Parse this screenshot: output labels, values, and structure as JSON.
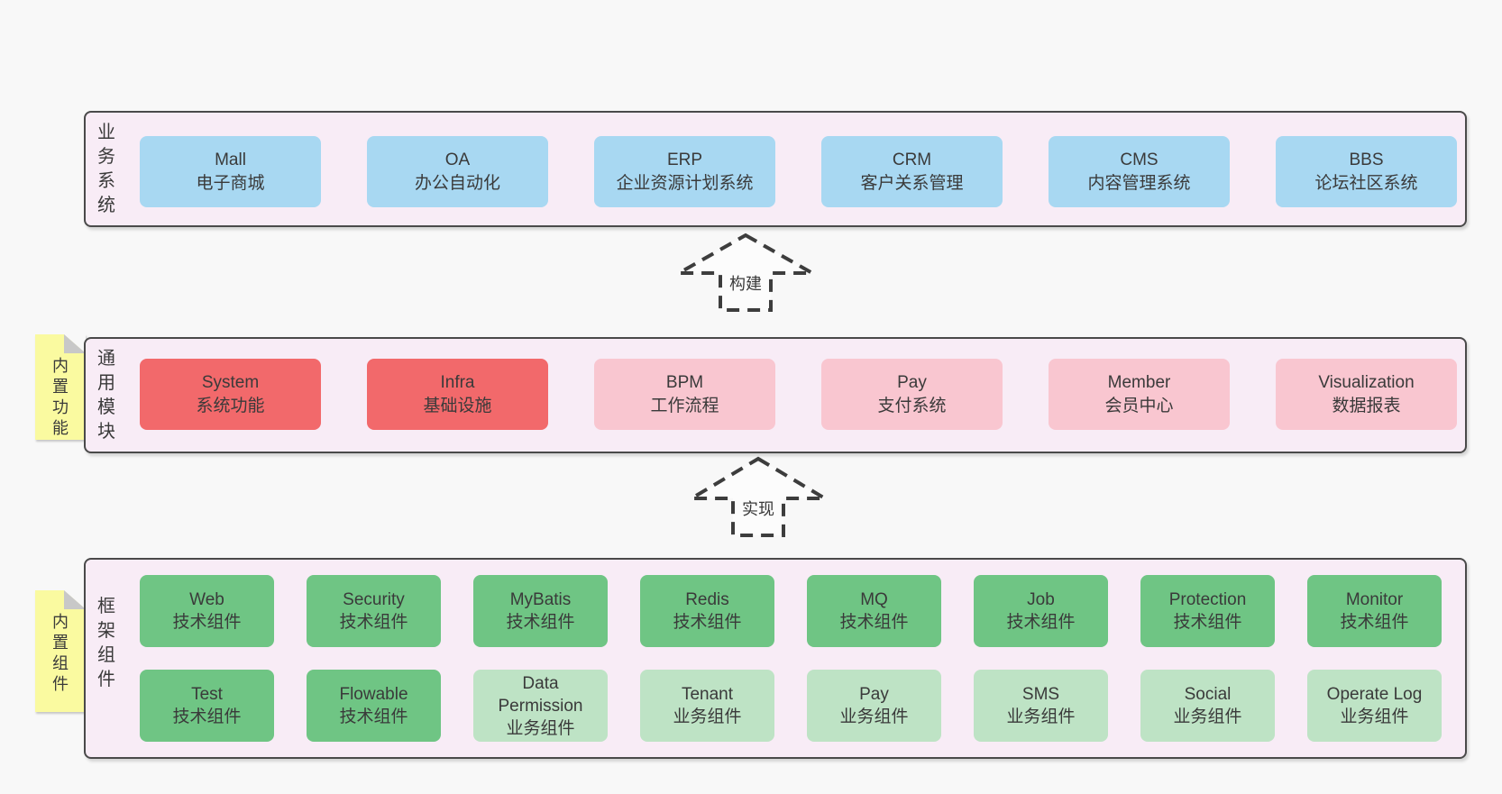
{
  "colors": {
    "blue": "#a8d8f2",
    "red": "#f2696b",
    "pink": "#f9c6d0",
    "green": "#6fc584",
    "lightgreen": "#bee3c5",
    "yellow_note": "#fafaa0",
    "band_bg": "#f8ecf6",
    "band_border": "#4a4a4a",
    "arrow_stroke": "#3d3d3d",
    "text": "#3a3a3a"
  },
  "arrows": [
    {
      "label": "构建"
    },
    {
      "label": "实现"
    }
  ],
  "sections": {
    "business": {
      "label": "业务系统",
      "boxes": [
        {
          "name": "Mall",
          "desc": "电子商城",
          "variant": "blue"
        },
        {
          "name": "OA",
          "desc": "办公自动化",
          "variant": "blue"
        },
        {
          "name": "ERP",
          "desc": "企业资源计划系统",
          "variant": "blue"
        },
        {
          "name": "CRM",
          "desc": "客户关系管理",
          "variant": "blue"
        },
        {
          "name": "CMS",
          "desc": "内容管理系统",
          "variant": "blue"
        },
        {
          "name": "BBS",
          "desc": "论坛社区系统",
          "variant": "blue"
        }
      ]
    },
    "modules": {
      "label": "通用模块",
      "note": "内置功能",
      "boxes": [
        {
          "name": "System",
          "desc": "系统功能",
          "variant": "red"
        },
        {
          "name": "Infra",
          "desc": "基础设施",
          "variant": "red"
        },
        {
          "name": "BPM",
          "desc": "工作流程",
          "variant": "pink"
        },
        {
          "name": "Pay",
          "desc": "支付系统",
          "variant": "pink"
        },
        {
          "name": "Member",
          "desc": "会员中心",
          "variant": "pink"
        },
        {
          "name": "Visualization",
          "desc": "数据报表",
          "variant": "pink"
        }
      ]
    },
    "framework": {
      "label": "框架组件",
      "note": "内置组件",
      "rows": [
        [
          {
            "name": "Web",
            "desc": "技术组件",
            "variant": "green"
          },
          {
            "name": "Security",
            "desc": "技术组件",
            "variant": "green"
          },
          {
            "name": "MyBatis",
            "desc": "技术组件",
            "variant": "green"
          },
          {
            "name": "Redis",
            "desc": "技术组件",
            "variant": "green"
          },
          {
            "name": "MQ",
            "desc": "技术组件",
            "variant": "green"
          },
          {
            "name": "Job",
            "desc": "技术组件",
            "variant": "green"
          },
          {
            "name": "Protection",
            "desc": "技术组件",
            "variant": "green"
          },
          {
            "name": "Monitor",
            "desc": "技术组件",
            "variant": "green"
          }
        ],
        [
          {
            "name": "Test",
            "desc": "技术组件",
            "variant": "green"
          },
          {
            "name": "Flowable",
            "desc": "技术组件",
            "variant": "green"
          },
          {
            "name": "Data Permission",
            "desc": "业务组件",
            "variant": "lightgreen"
          },
          {
            "name": "Tenant",
            "desc": "业务组件",
            "variant": "lightgreen"
          },
          {
            "name": "Pay",
            "desc": "业务组件",
            "variant": "lightgreen"
          },
          {
            "name": "SMS",
            "desc": "业务组件",
            "variant": "lightgreen"
          },
          {
            "name": "Social",
            "desc": "业务组件",
            "variant": "lightgreen"
          },
          {
            "name": "Operate Log",
            "desc": "业务组件",
            "variant": "lightgreen"
          }
        ]
      ]
    }
  }
}
